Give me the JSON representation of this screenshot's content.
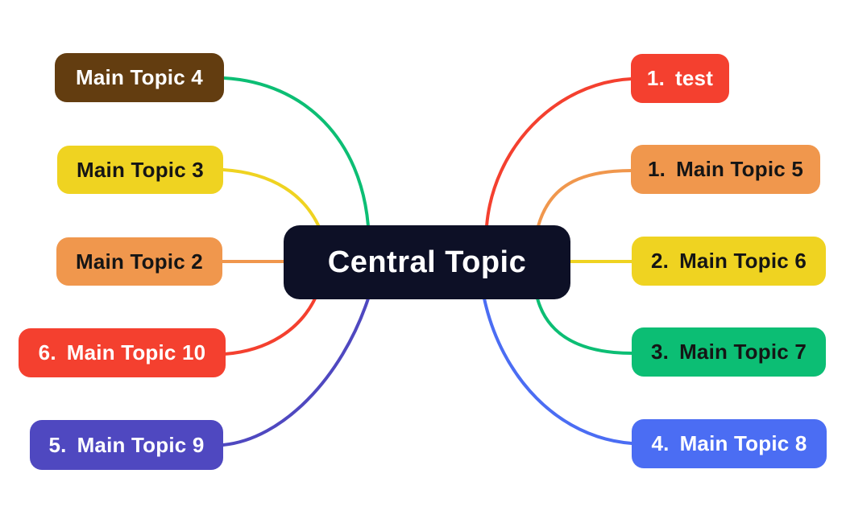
{
  "canvas": {
    "background": "#ffffff"
  },
  "central": {
    "label": "Central Topic",
    "bg": "#0d1026",
    "text_color": "#ffffff"
  },
  "nodes": [
    {
      "id": "main-topic-4",
      "number": "",
      "label": "Main Topic 4",
      "side": "left",
      "bg": "#633d10",
      "text_color": "#ffffff",
      "connector_color": "#0cbe74"
    },
    {
      "id": "main-topic-3",
      "number": "",
      "label": "Main Topic 3",
      "side": "left",
      "bg": "#efd321",
      "text_color": "#151515",
      "connector_color": "#efd321"
    },
    {
      "id": "main-topic-2",
      "number": "",
      "label": "Main Topic 2",
      "side": "left",
      "bg": "#f0974d",
      "text_color": "#151515",
      "connector_color": "#f0974d"
    },
    {
      "id": "main-topic-10",
      "number": "6.",
      "label": "Main Topic 10",
      "side": "left",
      "bg": "#f4402f",
      "text_color": "#ffffff",
      "connector_color": "#f4402f"
    },
    {
      "id": "main-topic-9",
      "number": "5.",
      "label": "Main Topic 9",
      "side": "left",
      "bg": "#4f48c0",
      "text_color": "#ffffff",
      "connector_color": "#4f48c0"
    },
    {
      "id": "test",
      "number": "1.",
      "label": "test",
      "side": "right",
      "bg": "#f4402f",
      "text_color": "#ffffff",
      "connector_color": "#f4402f"
    },
    {
      "id": "main-topic-5",
      "number": "1.",
      "label": "Main Topic 5",
      "side": "right",
      "bg": "#f0974d",
      "text_color": "#151515",
      "connector_color": "#f0974d"
    },
    {
      "id": "main-topic-6",
      "number": "2.",
      "label": "Main Topic 6",
      "side": "right",
      "bg": "#efd321",
      "text_color": "#151515",
      "connector_color": "#efd321"
    },
    {
      "id": "main-topic-7",
      "number": "3.",
      "label": "Main Topic 7",
      "side": "right",
      "bg": "#0cbe74",
      "text_color": "#151515",
      "connector_color": "#0cbe74"
    },
    {
      "id": "main-topic-8",
      "number": "4.",
      "label": "Main Topic 8",
      "side": "right",
      "bg": "#4b6df3",
      "text_color": "#ffffff",
      "connector_color": "#4b6df3"
    }
  ]
}
